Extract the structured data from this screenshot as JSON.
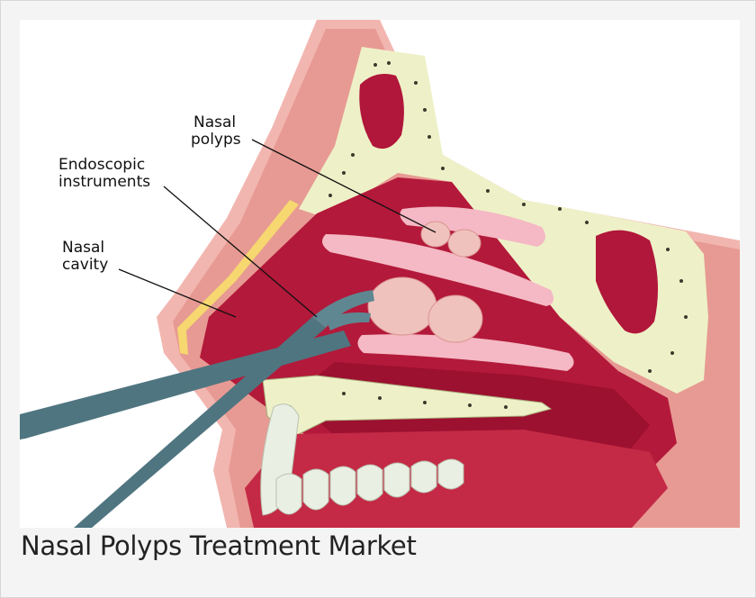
{
  "figure": {
    "labels": {
      "nasal_polyps_line1": "Nasal",
      "nasal_polyps_line2": "polyps",
      "endoscopic_line1": "Endoscopic",
      "endoscopic_line2": "instruments",
      "nasal_cavity_line1": "Nasal",
      "nasal_cavity_line2": "cavity"
    }
  },
  "caption": "Nasal Polyps Treatment Market",
  "colors": {
    "skin": "#f2b6b0",
    "cavity": "#b3193a",
    "bone": "#eef1c8",
    "polyp": "#f0c2be",
    "instrument": "#4f7580",
    "teeth": "#e9efe2"
  }
}
